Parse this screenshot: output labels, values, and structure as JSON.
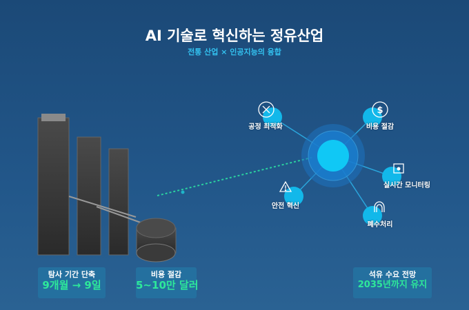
{
  "header": {
    "title": "AI 기술로 혁신하는 정유산업",
    "subtitle": "전통 산업 × 인공지능의 융합"
  },
  "nodes": [
    {
      "label": "공정 최적화",
      "icon": "close-circle-icon"
    },
    {
      "label": "비용 절감",
      "icon": "dollar-circle-icon"
    },
    {
      "label": "실시간 모니터링",
      "icon": "monitor-icon"
    },
    {
      "label": "안전 혁신",
      "icon": "warning-icon"
    },
    {
      "label": "폐수처리",
      "icon": "arch-icon"
    }
  ],
  "stats": [
    {
      "label": "탐사 기간 단축",
      "value": "9개월 → 9일"
    },
    {
      "label": "비용 절감",
      "value": "5~10만 달러"
    },
    {
      "label": "석유 수요 전망",
      "value": "2035년까지 유지"
    }
  ],
  "colors": {
    "accent": "#00c8f5",
    "value": "#2ee89a",
    "dashed": "#2ad1a0"
  }
}
